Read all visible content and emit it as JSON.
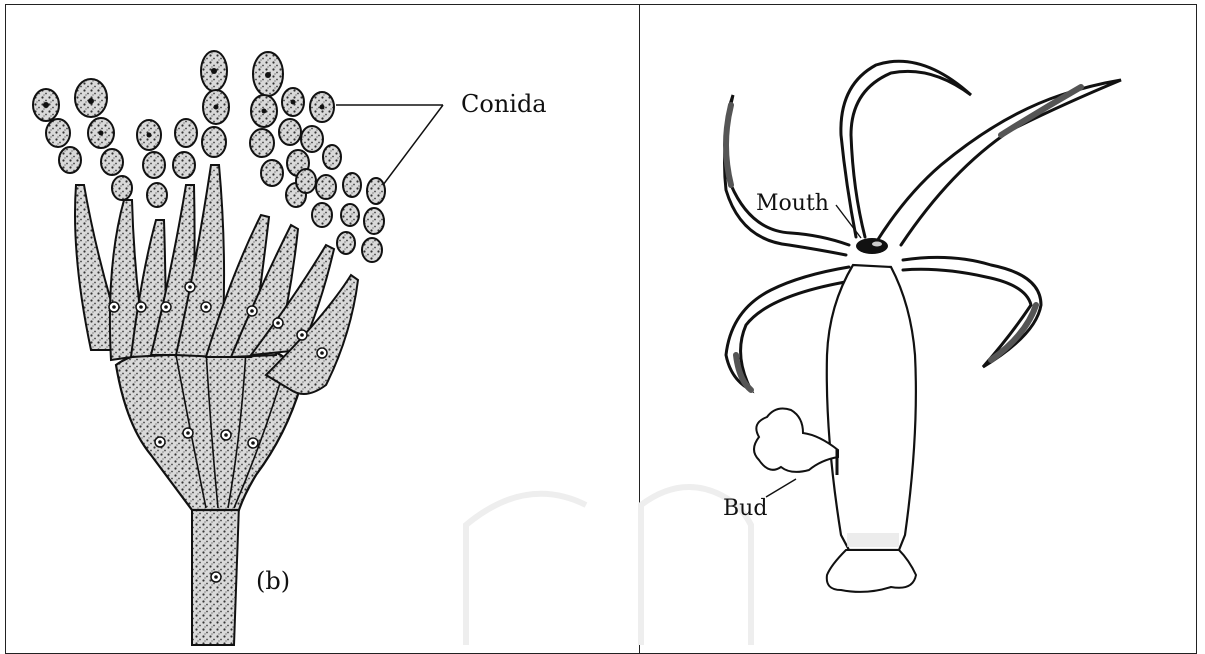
{
  "left_panel": {
    "label_conida": "Conida",
    "label_b": "(b)"
  },
  "right_panel": {
    "label_mouth": "Mouth",
    "label_bud": "Bud"
  },
  "colors": {
    "ink": "#111111",
    "stipple_fill": "#cfcfcf",
    "background": "#ffffff",
    "watermark": "#ececec"
  }
}
